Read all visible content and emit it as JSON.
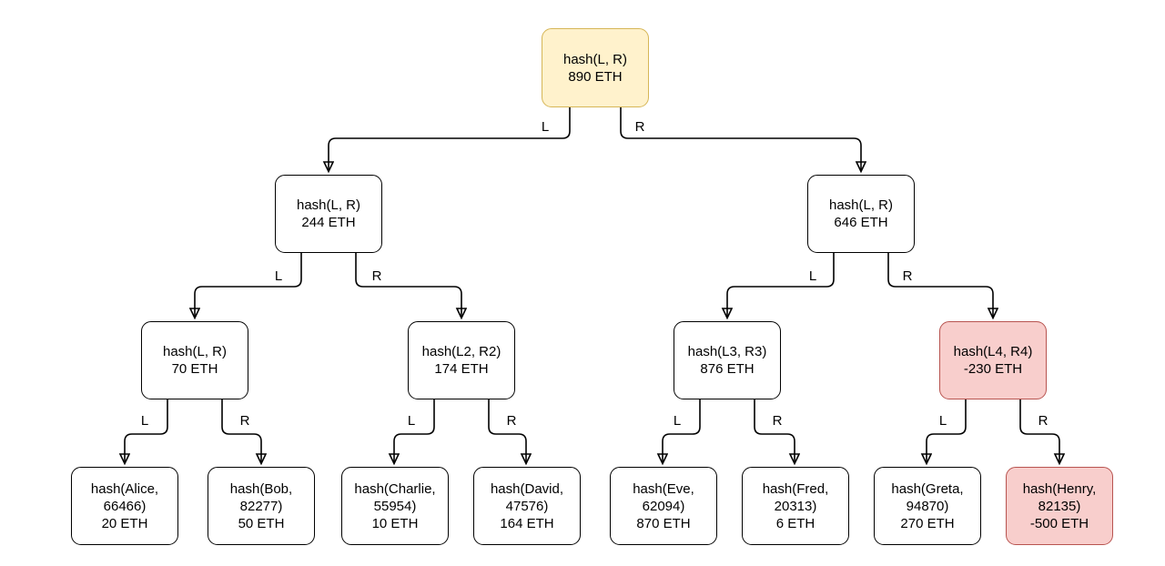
{
  "colors": {
    "canvas-bg": "#ffffff",
    "node-fill": "#ffffff",
    "node-stroke": "#000000",
    "root-fill": "#FFF2CC",
    "root-stroke": "#D6B656",
    "neg-fill": "#F8CECC",
    "neg-stroke": "#B85450",
    "edge-stroke": "#000000",
    "text": "#000000"
  },
  "nodes": {
    "root": {
      "lines": [
        "hash(L, R)",
        "890 ETH"
      ]
    },
    "l2_left": {
      "lines": [
        "hash(L, R)",
        "244 ETH"
      ]
    },
    "l2_right": {
      "lines": [
        "hash(L, R)",
        "646 ETH"
      ]
    },
    "l3_1": {
      "lines": [
        "hash(L, R)",
        "70 ETH"
      ]
    },
    "l3_2": {
      "lines": [
        "hash(L2, R2)",
        "174 ETH"
      ]
    },
    "l3_3": {
      "lines": [
        "hash(L3, R3)",
        "876 ETH"
      ]
    },
    "l3_4": {
      "lines": [
        "hash(L4, R4)",
        "-230 ETH"
      ]
    },
    "leaf_alice": {
      "lines": [
        "hash(Alice,",
        "66466)",
        "20 ETH"
      ]
    },
    "leaf_bob": {
      "lines": [
        "hash(Bob,",
        "82277)",
        "50 ETH"
      ]
    },
    "leaf_charlie": {
      "lines": [
        "hash(Charlie,",
        "55954)",
        "10 ETH"
      ]
    },
    "leaf_david": {
      "lines": [
        "hash(David,",
        "47576)",
        "164 ETH"
      ]
    },
    "leaf_eve": {
      "lines": [
        "hash(Eve,",
        "62094)",
        "870 ETH"
      ]
    },
    "leaf_fred": {
      "lines": [
        "hash(Fred,",
        "20313)",
        "6 ETH"
      ]
    },
    "leaf_greta": {
      "lines": [
        "hash(Greta,",
        "94870)",
        "270 ETH"
      ]
    },
    "leaf_henry": {
      "lines": [
        "hash(Henry,",
        "82135)",
        "-500 ETH"
      ]
    }
  },
  "edge_labels": {
    "root_left": "L",
    "root_right": "R",
    "l2_left_left": "L",
    "l2_left_right": "R",
    "l2_right_left": "L",
    "l2_right_right": "R",
    "l3_1_left": "L",
    "l3_1_right": "R",
    "l3_2_left": "L",
    "l3_2_right": "R",
    "l3_3_left": "L",
    "l3_3_right": "R",
    "l3_4_left": "L",
    "l3_4_right": "R"
  }
}
